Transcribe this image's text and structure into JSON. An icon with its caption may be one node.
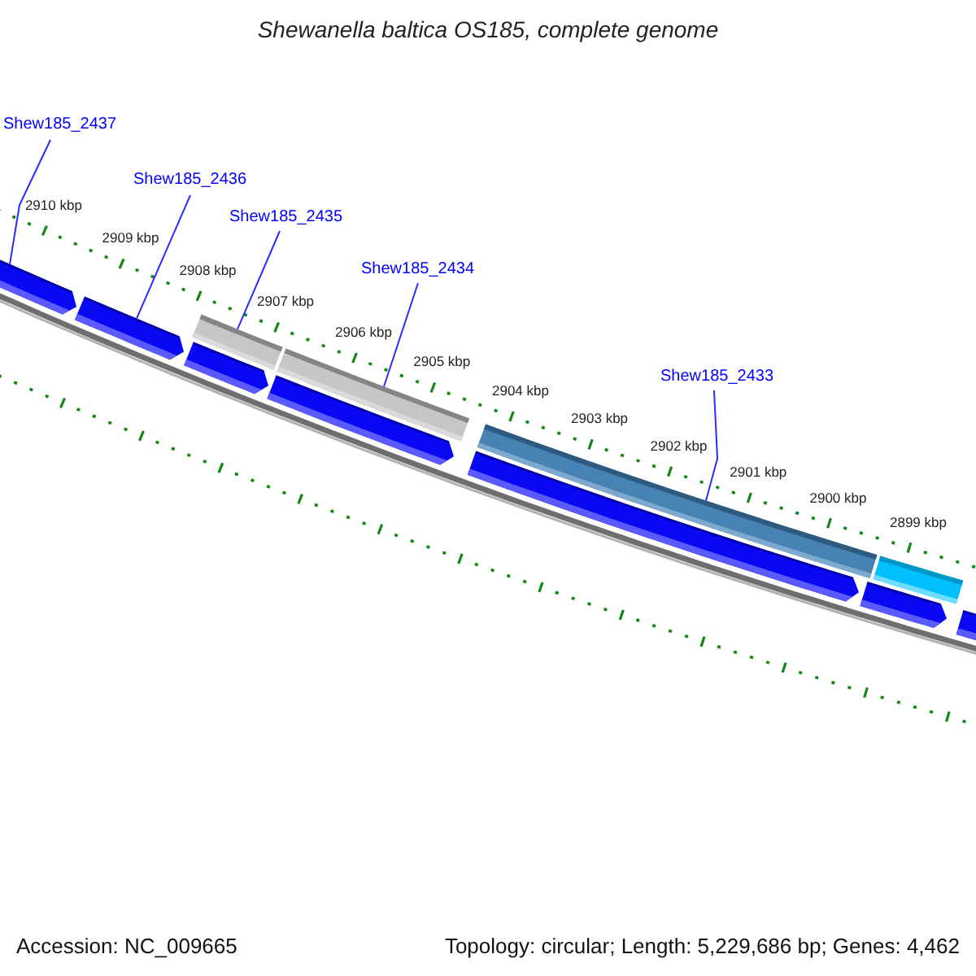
{
  "diagram": {
    "title": "Shewanella baltica OS185, complete genome",
    "nodes": [
      {
        "text": [
          "Shew185_2437"
        ]
      },
      {
        "text": [
          "Shew185_2436"
        ]
      },
      {
        "text": [
          "Shew185_2435"
        ]
      },
      {
        "text": [
          "Shew185_2434"
        ]
      },
      {
        "text": [
          "Shew185_2433"
        ]
      },
      {
        "text": [],
        "shape": "arrow"
      },
      {
        "text": [],
        "shape": "arrow"
      },
      {
        "text": [],
        "shape": "arrow"
      },
      {
        "text": [],
        "shape": "bar"
      },
      {
        "text": [],
        "shape": "arrow"
      },
      {
        "text": [],
        "shape": "bar"
      },
      {
        "text": [],
        "shape": "arrow"
      },
      {
        "text": [],
        "shape": "bar"
      },
      {
        "text": [],
        "shape": "arrow"
      },
      {
        "text": [],
        "shape": "bar"
      },
      {
        "text": [],
        "shape": "arrow"
      }
    ],
    "edges": [
      {
        "from": 0,
        "to": 5,
        "arrow": "none"
      },
      {
        "from": 1,
        "to": 6,
        "arrow": "none"
      },
      {
        "from": 2,
        "to": 8,
        "arrow": "none"
      },
      {
        "from": 3,
        "to": 10,
        "arrow": "none"
      },
      {
        "from": 4,
        "to": 12,
        "arrow": "none"
      }
    ],
    "labels": [
      "2910 kbp",
      "2909 kbp",
      "2908 kbp",
      "2907 kbp",
      "2906 kbp",
      "2905 kbp",
      "2904 kbp",
      "2903 kbp",
      "2902 kbp",
      "2901 kbp",
      "2900 kbp",
      "2899 kbp",
      "Accession: NC_009665",
      "Topology: circular; Length: 5,229,686 bp; Genes: 4,462"
    ]
  }
}
